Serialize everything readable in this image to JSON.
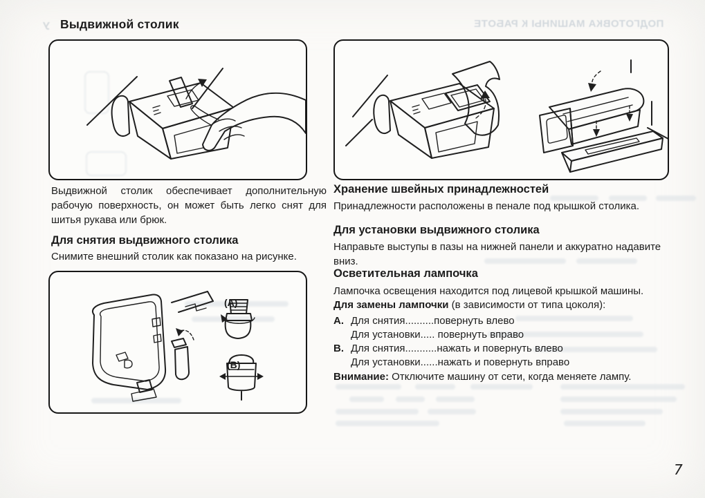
{
  "title": "Выдвижной столик",
  "left_column": {
    "intro": "Выдвижной столик обеспечивает дополнительную рабочую поверхность, он может быть легко снят для шитья рукава или брюк.",
    "removal_heading": "Для снятия выдвижного столика",
    "removal_body": "Снимите внешний столик как показано на рисунке."
  },
  "right_column": {
    "storage_heading": "Хранение швейных принадлежностей",
    "storage_body": "Принадлежности расположены в пенале под крышкой столика.",
    "install_heading": "Для установки выдвижного столика",
    "install_body": "Направьте выступы в пазы на нижней панели и аккуратно надавите вниз."
  },
  "lamp": {
    "heading": "Осветительная лампочка",
    "body": "Лампочка освещения находится под лицевой крышкой машины.",
    "lead_bold": "Для замены лампочки",
    "lead_rest": " (в зависимости от типа цоколя):",
    "option_a": {
      "marker": "A.",
      "line1": "Для снятия..........повернуть влево",
      "line2": "Для установки..... повернуть вправо"
    },
    "option_b": {
      "marker": "B.",
      "line1": "Для снятия...........нажать и повернуть влево",
      "line2": "Для установки......нажать и повернуть вправо"
    },
    "warning_bold": "Внимание:",
    "warning_rest": " Отключите машину от сети, когда меняете лампу."
  },
  "figures": {
    "lamp_label_a": "(A)",
    "lamp_label_b": "(B)"
  },
  "ghost": {
    "header": "ПОДГОТОВКА МАШИНЫ К РАБОТЕ",
    "letter": "У"
  },
  "page_number": "7",
  "colors": {
    "ink": "#1c1c1c",
    "paper": "#fbfaf8",
    "ghost": "#ccd3d9"
  }
}
